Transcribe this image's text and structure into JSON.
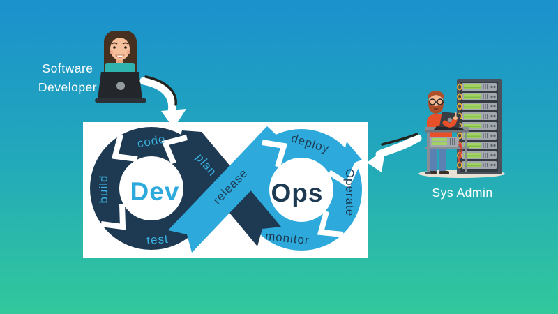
{
  "background": {
    "gradient_top": "#1b91cd",
    "gradient_bottom": "#32c89b"
  },
  "actors": {
    "developer": {
      "label_line1": "Software",
      "label_line2": "Developer"
    },
    "sysadmin": {
      "label": "Sys Admin"
    }
  },
  "devops": {
    "dev_label": "Dev",
    "ops_label": "Ops",
    "stages": {
      "plan": "plan",
      "code": "code",
      "build": "build",
      "test": "test",
      "release": "release",
      "deploy": "deploy",
      "operate": "Operate",
      "monitor": "monitor"
    },
    "colors": {
      "navy": "#1d3a52",
      "blue": "#2da9db",
      "label_on_navy": "#3ab1e0",
      "panel": "#ffffff"
    }
  }
}
